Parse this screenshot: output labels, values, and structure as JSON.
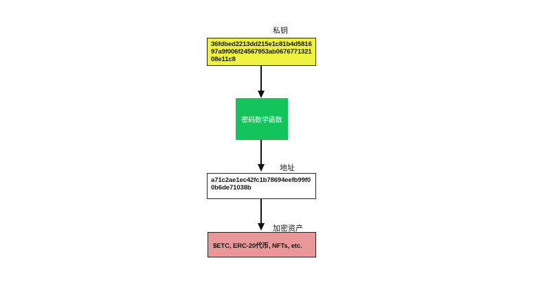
{
  "diagram": {
    "title_implicit": "private-key-to-address-flow",
    "private_key": {
      "label": "私钥",
      "value": "36fdbed2213dd215e1c81b4d581697a9f006f24567953ab067677132108e11c8"
    },
    "function": {
      "label": "密码数学函数"
    },
    "address": {
      "label": "地址",
      "value": "a71c2ae1ec42fc1b78694eefb99f00b6de71038b"
    },
    "assets": {
      "label": "加密资产",
      "value": "$ETC, ERC-20代币, NFTs, etc."
    },
    "colors": {
      "private_key_fill": "#eef23e",
      "function_fill": "#13c45c",
      "address_fill": "#ffffff",
      "assets_fill": "#e99899",
      "border": "#222222",
      "arrow": "#111111",
      "background": "#ffffff"
    }
  }
}
